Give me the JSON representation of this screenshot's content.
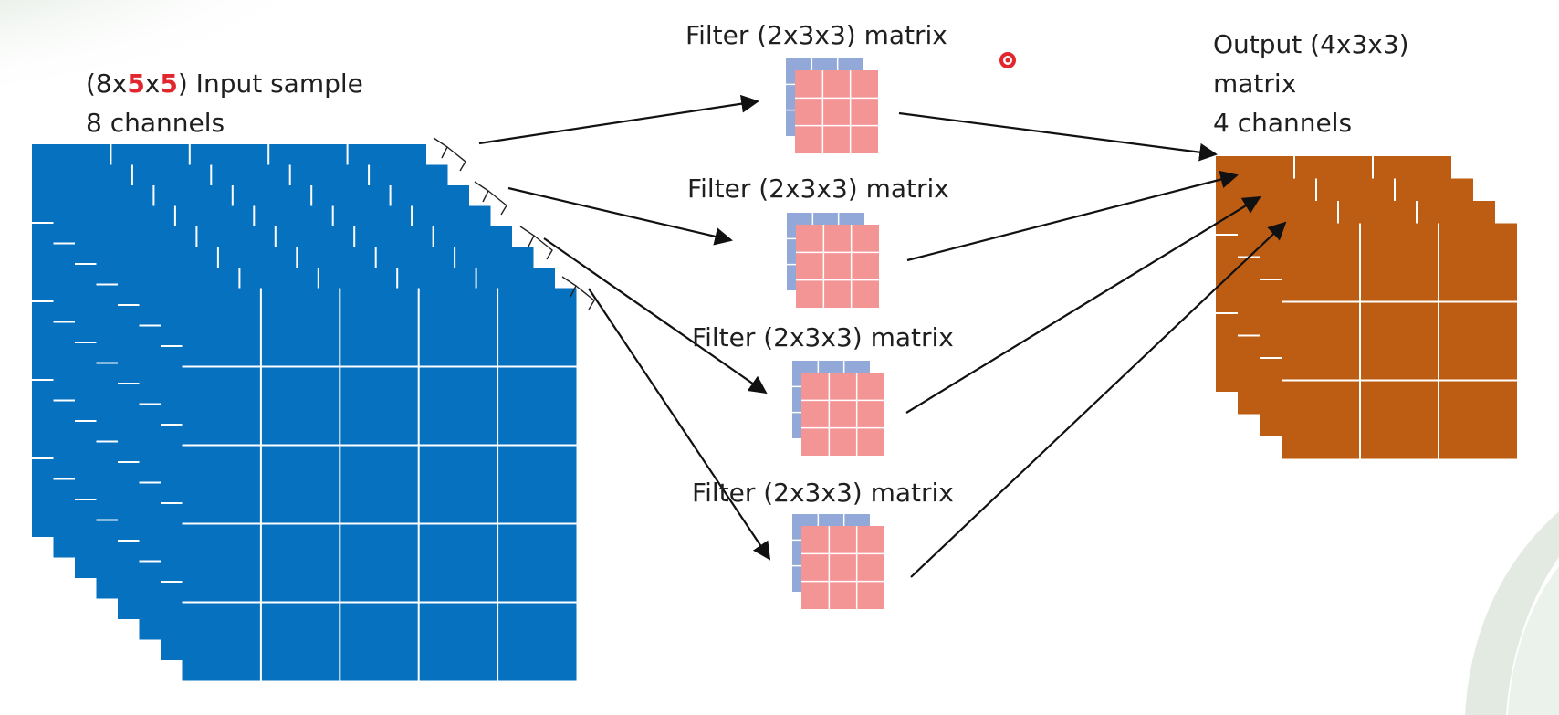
{
  "colors": {
    "input_fill": "#0571bf",
    "filter_front": "#f49595",
    "filter_back": "#91a8d8",
    "output_fill": "#bd5c13",
    "grid_line": "#ffffff",
    "arrow": "#111111",
    "annotation_red": "#e2262e"
  },
  "input": {
    "label_prefix": "(8x",
    "label_annot_1": "5",
    "label_mid": "x",
    "label_annot_2": "5",
    "label_suffix": ") Input sample",
    "channels_label": "8 channels",
    "channel_count": 8
  },
  "filters": [
    {
      "label": "Filter (2x3x3) matrix"
    },
    {
      "label": "Filter (2x3x3) matrix"
    },
    {
      "label": "Filter (2x3x3) matrix"
    },
    {
      "label": "Filter (2x3x3) matrix"
    }
  ],
  "output": {
    "line1": "Output (4x3x3)",
    "line2": "matrix",
    "line3": "4 channels",
    "channel_count": 4
  }
}
